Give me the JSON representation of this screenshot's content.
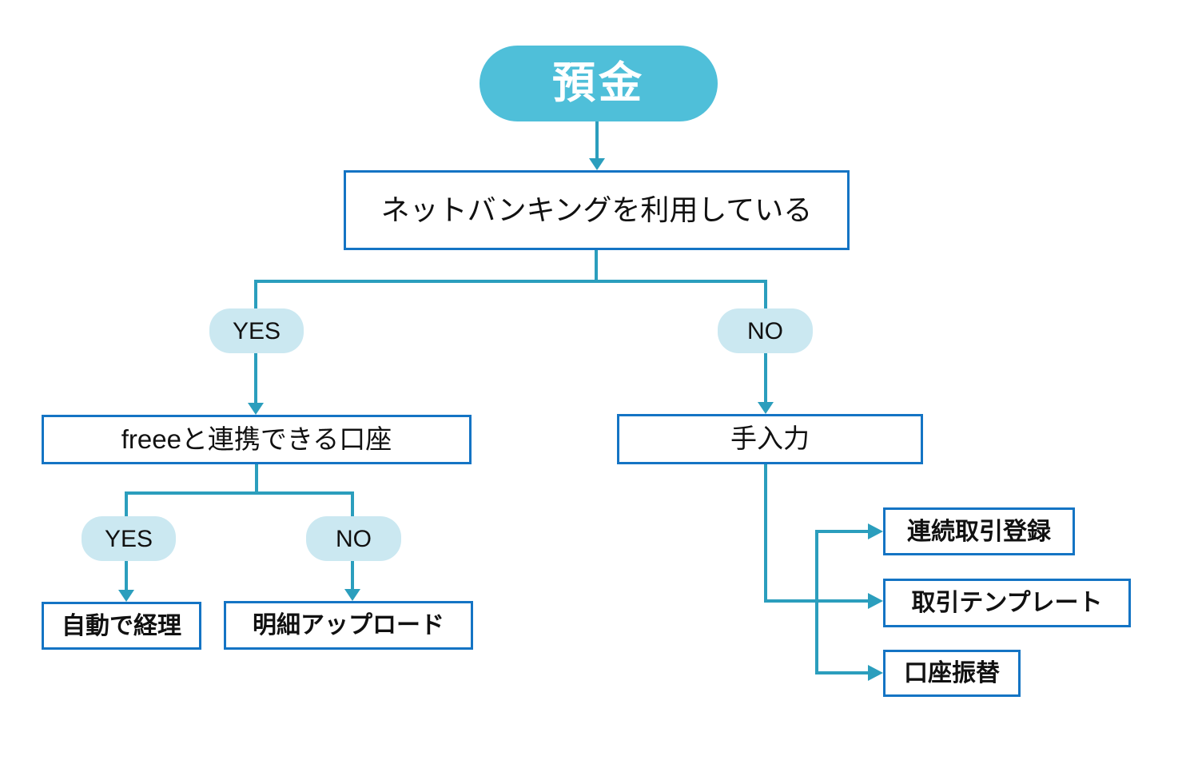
{
  "palette": {
    "root_fill_teal": "#4FBFD9",
    "pill_fill_light": "#CBE8F1",
    "box_border_blue": "#1474C4",
    "connector_teal": "#2B9EBD",
    "text_dark": "#111111",
    "root_text_white": "#FFFFFF"
  },
  "nodes": {
    "root": {
      "label": "預金"
    },
    "q_netbanking": {
      "label": "ネットバンキングを利用している"
    },
    "branch1_yes": {
      "label": "YES"
    },
    "branch1_no": {
      "label": "NO"
    },
    "q_freee_account": {
      "label": "freeeと連携できる口座"
    },
    "manual_entry": {
      "label": "手入力"
    },
    "branch2_yes": {
      "label": "YES"
    },
    "branch2_no": {
      "label": "NO"
    },
    "auto_accounting": {
      "label": "自動で経理"
    },
    "statement_upload": {
      "label": "明細アップロード"
    },
    "recurring_registration": {
      "label": "連続取引登録"
    },
    "transaction_template": {
      "label": "取引テンプレート"
    },
    "account_transfer": {
      "label": "口座振替"
    }
  }
}
